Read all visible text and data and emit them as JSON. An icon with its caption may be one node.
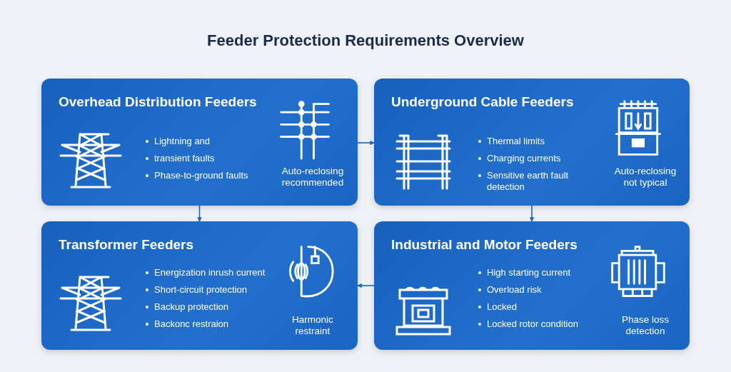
{
  "diagram": {
    "title": "Feeder Protection Requirements Overview",
    "nodes": [
      {
        "text": [
          "Overhead Distribution Feeders",
          "Lightning and",
          "transient faults",
          "Phase-to-ground faults",
          "Auto-reclosing recommended"
        ]
      },
      {
        "text": [
          "Underground Cable Feeders",
          "Thermal limits",
          "Charging currents",
          "Sensitive earth fault detection",
          "Auto-reclosing not typical"
        ]
      },
      {
        "text": [
          "Transformer Feeders",
          "Energization inrush current",
          "Short-circuit protection",
          "Backup protection",
          "Backonc restraion",
          "Harmonic restraint"
        ]
      },
      {
        "text": [
          "Industrial and Motor Feeders",
          "High starting current",
          "Overload risk",
          "Locked",
          "Locked rotor condition",
          "Phase loss detection"
        ]
      }
    ],
    "edges": [
      {
        "from": 0,
        "to": 1,
        "arrow": "to"
      },
      {
        "from": 0,
        "to": 2,
        "arrow": "to"
      },
      {
        "from": 1,
        "to": 3,
        "arrow": "to"
      },
      {
        "from": 3,
        "to": 2,
        "arrow": "to"
      }
    ]
  }
}
